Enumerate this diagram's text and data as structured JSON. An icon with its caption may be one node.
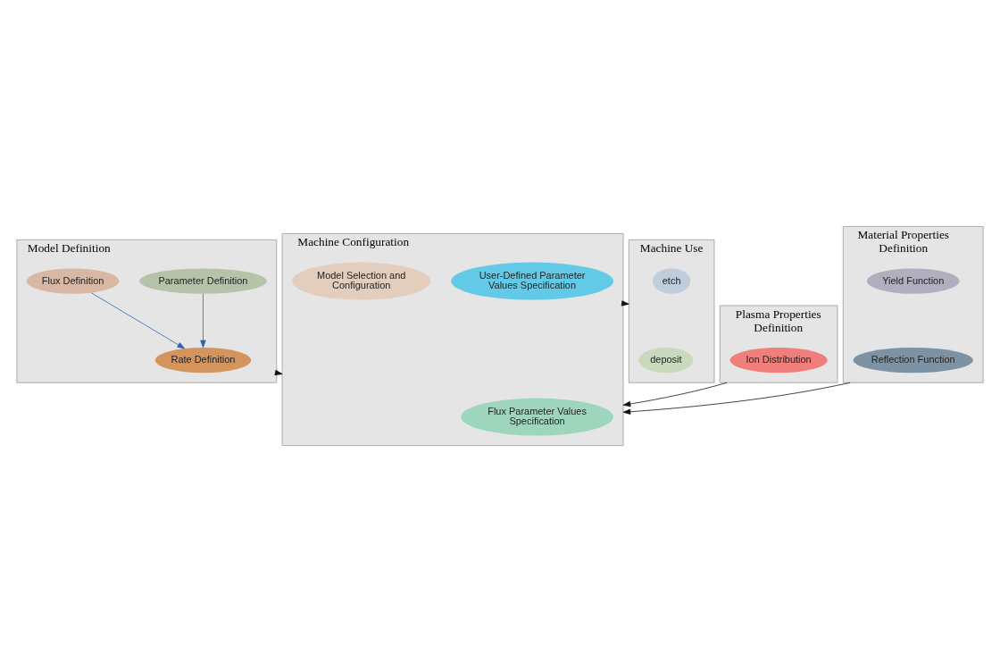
{
  "diagram": {
    "nodes": [
      {
        "text": [
          "Model Definition"
        ]
      },
      {
        "text": [
          "Parameter Definition"
        ],
        "in": 0
      },
      {
        "text": [
          "Flux Definition"
        ],
        "in": 0
      },
      {
        "text": [
          "Rate Definition"
        ],
        "in": 0
      },
      {
        "text": [
          "Plasma Properties Definition"
        ]
      },
      {
        "text": [
          "Ion Distribution"
        ],
        "in": 4
      },
      {
        "text": [
          "Material Properties Definition"
        ]
      },
      {
        "text": [
          "Yield Function"
        ],
        "in": 6
      },
      {
        "text": [
          "Reflection Function"
        ],
        "in": 6
      },
      {
        "text": [
          "Machine Configuration"
        ]
      },
      {
        "text": [
          "Flux Parameter Values Specification"
        ],
        "in": 9
      },
      {
        "text": [
          "User-Defined Parameter Values Specification"
        ],
        "in": 9
      },
      {
        "text": [
          "Model Selection and Configuration"
        ],
        "in": 9
      },
      {
        "text": [
          "Machine Use"
        ]
      },
      {
        "text": [
          "deposit"
        ],
        "in": 13
      },
      {
        "text": [
          "etch"
        ],
        "in": 13
      }
    ],
    "edges": [
      {
        "from": 2,
        "to": 3,
        "arrow": "to",
        "color": "#2a62b0"
      },
      {
        "from": 1,
        "to": 3,
        "arrow": "to",
        "color": "#2a62b0"
      },
      {
        "from": 0,
        "to": 9,
        "arrow": "to"
      },
      {
        "from": 4,
        "to": 9,
        "arrow": "to"
      },
      {
        "from": 6,
        "to": 9,
        "arrow": "to"
      },
      {
        "from": 9,
        "to": 13,
        "arrow": "to"
      }
    ]
  }
}
